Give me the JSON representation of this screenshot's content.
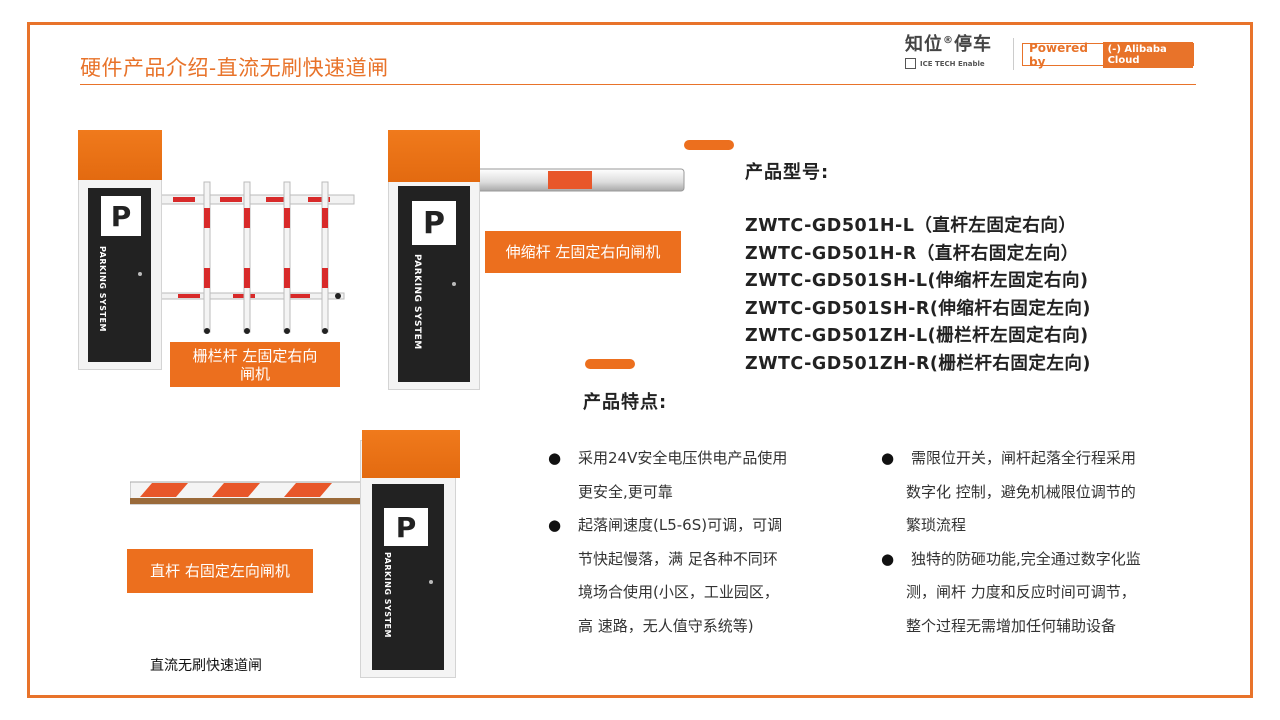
{
  "header": {
    "title": "硬件产品介绍-直流无刷快速道闸",
    "brand_name": "知位",
    "brand_reg": "®",
    "brand_name_tail": "停车",
    "brand_tagline": "ICE TECH Enable",
    "powered_label": "Powered by",
    "cloud_label": "(-) Alibaba Cloud"
  },
  "products": {
    "fence": {
      "caption_line1": "栅栏杆 左固定右向",
      "caption_line2": "闸机",
      "sign": "P",
      "panel_text": "PARKING SYSTEM"
    },
    "telescopic": {
      "caption": "伸缩杆 左固定右向闸机",
      "sign": "P",
      "panel_text": "PARKING SYSTEM"
    },
    "straight": {
      "caption": "直杆 右固定左向闸机",
      "sign": "P",
      "panel_text": "PARKING SYSTEM"
    }
  },
  "models": {
    "heading": "产品型号:",
    "items": [
      "ZWTC-GD501H-L（直杆左固定右向）",
      "ZWTC-GD501H-R（直杆右固定左向）",
      "ZWTC-GD501SH-L(伸缩杆左固定右向)",
      "ZWTC-GD501SH-R(伸缩杆右固定左向)",
      "ZWTC-GD501ZH-L(栅栏杆左固定右向)",
      "ZWTC-GD501ZH-R(栅栏杆右固定左向)"
    ]
  },
  "features": {
    "heading": "产品特点:",
    "bullet": "●",
    "left": [
      {
        "lines": [
          "采用24V安全电压供电产品使用",
          "更安全,更可靠"
        ]
      },
      {
        "lines": [
          "起落闸速度(L5-6S)可调，可调",
          "节快起慢落，满  足各种不同环",
          "境场合使用(小区，工业园区，",
          "高  速路，无人值守系统等)"
        ]
      }
    ],
    "right": [
      {
        "lines": [
          "需限位开关，闸杆起落全行程采用",
          "数字化  控制，避免机械限位调节的",
          "繁琐流程"
        ]
      },
      {
        "lines": [
          "独特的防砸功能,完全通过数字化监",
          "测，闸杆  力度和反应时间可调节，",
          "整个过程无需增加任何辅助设备"
        ]
      }
    ]
  },
  "footnote": "直流无刷快速道闸",
  "colors": {
    "accent": "#e8732a",
    "caption_bg": "#ec6f1e",
    "panel": "#222222"
  }
}
